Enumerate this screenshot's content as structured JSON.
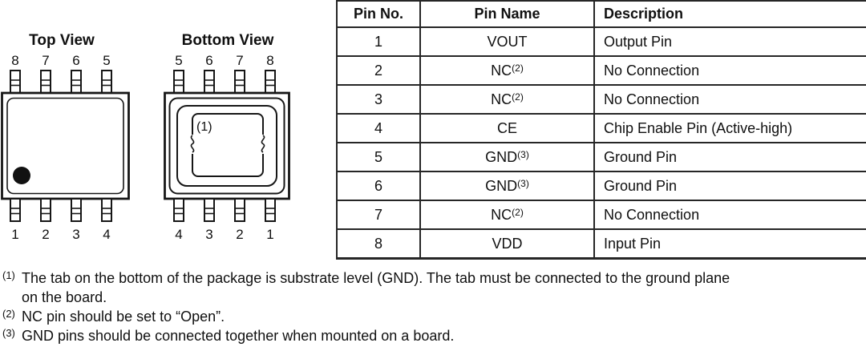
{
  "diagram": {
    "top_view": {
      "title": "Top View",
      "top_pins": [
        "8",
        "7",
        "6",
        "5"
      ],
      "bottom_pins": [
        "1",
        "2",
        "3",
        "4"
      ]
    },
    "bottom_view": {
      "title": "Bottom View",
      "top_pins": [
        "5",
        "6",
        "7",
        "8"
      ],
      "bottom_pins": [
        "4",
        "3",
        "2",
        "1"
      ],
      "tab_label": "(1)"
    }
  },
  "table": {
    "headers": {
      "no": "Pin No.",
      "name": "Pin Name",
      "desc": "Description"
    },
    "rows": [
      {
        "no": "1",
        "name": "VOUT",
        "sup": "",
        "desc": "Output Pin"
      },
      {
        "no": "2",
        "name": "NC",
        "sup": "(2)",
        "desc": "No Connection"
      },
      {
        "no": "3",
        "name": "NC",
        "sup": "(2)",
        "desc": "No Connection"
      },
      {
        "no": "4",
        "name": "CE",
        "sup": "",
        "desc": "Chip Enable Pin (Active-high)"
      },
      {
        "no": "5",
        "name": "GND",
        "sup": "(3)",
        "desc": "Ground Pin"
      },
      {
        "no": "6",
        "name": "GND",
        "sup": "(3)",
        "desc": "Ground Pin"
      },
      {
        "no": "7",
        "name": "NC",
        "sup": "(2)",
        "desc": "No Connection"
      },
      {
        "no": "8",
        "name": "VDD",
        "sup": "",
        "desc": "Input Pin"
      }
    ]
  },
  "footnotes": [
    {
      "marker": "(1)",
      "line1": "The tab on the bottom of the package is substrate level (GND). The tab must be connected to the ground plane",
      "line2": "on the board."
    },
    {
      "marker": "(2)",
      "line1": "NC pin should be set to “Open”."
    },
    {
      "marker": "(3)",
      "line1": "GND pins should be connected together when mounted on a board."
    }
  ],
  "colors": {
    "background": "#ffffff",
    "text": "#101010",
    "line": "#262626"
  }
}
